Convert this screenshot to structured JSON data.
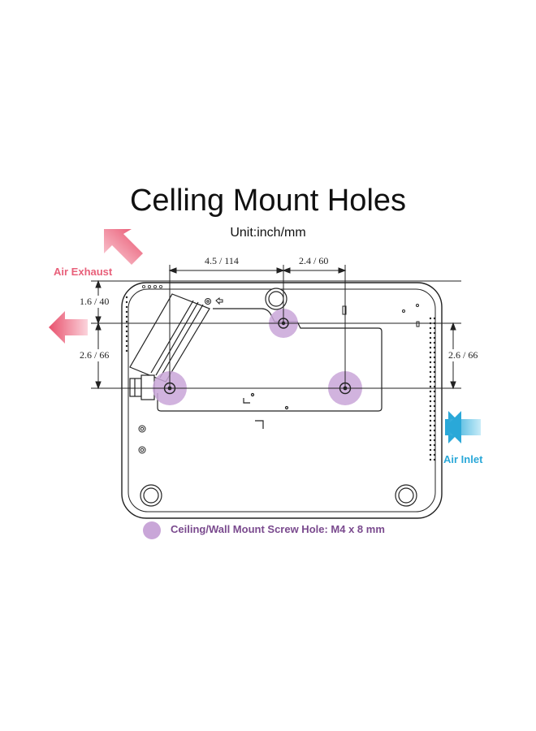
{
  "title": "Celling Mount Holes",
  "subtitle": "Unit:inch/mm",
  "labels": {
    "air_exhaust": "Air Exhaust",
    "air_inlet": "Air Inlet"
  },
  "dimensions": {
    "top_left": "4.5 / 114",
    "top_right": "2.4 / 60",
    "left_upper": "1.6 / 40",
    "left_lower": "2.6 / 66",
    "right": "2.6 / 66"
  },
  "legend": {
    "text": "Ceiling/Wall Mount Screw Hole: M4 x 8 mm"
  },
  "colors": {
    "hole": "#c9a6d8",
    "legend_text": "#7a4a8e",
    "exhaust": "#e8607a",
    "inlet": "#2aa8d8",
    "line": "#222222"
  }
}
